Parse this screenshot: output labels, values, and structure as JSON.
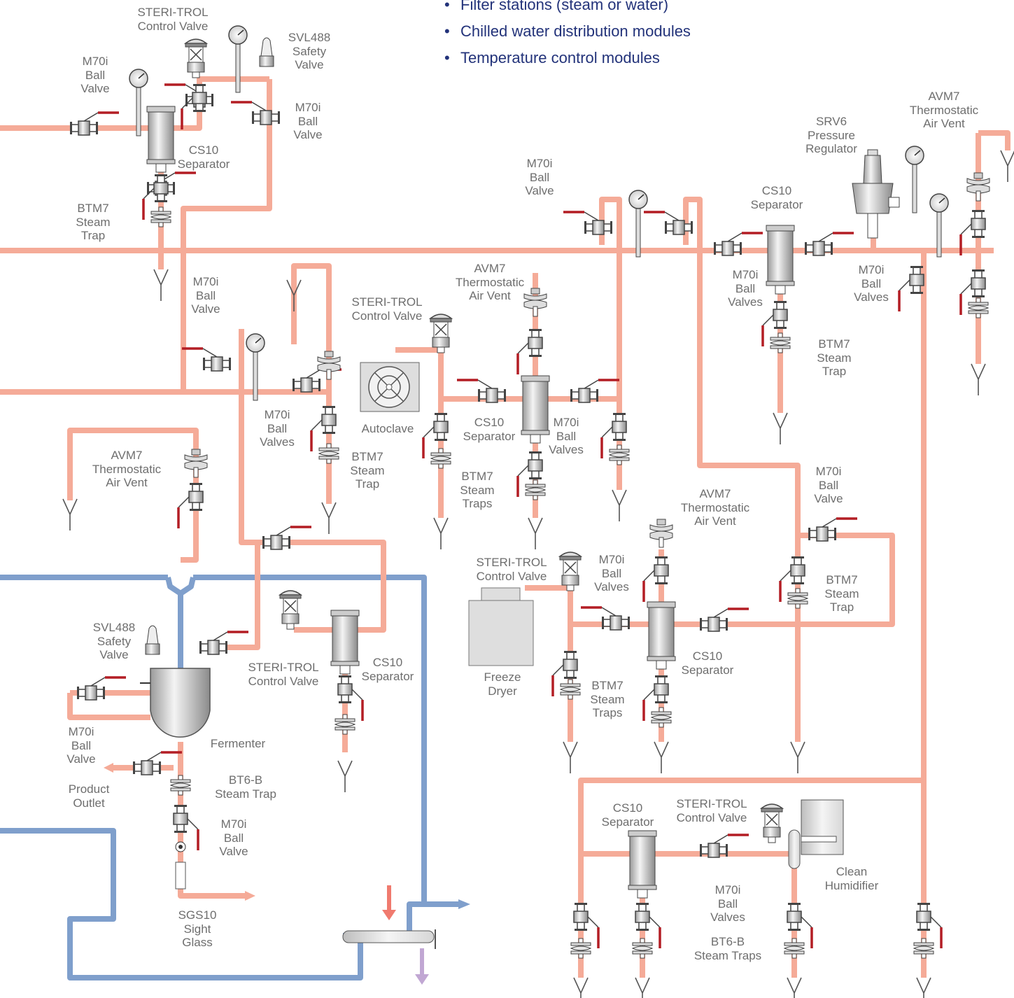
{
  "bullets": [
    "Filter stations (steam or water)",
    "Chilled water distribution modules",
    "Temperature control modules"
  ],
  "labels": [
    {
      "id": "l1",
      "lines": [
        "STERI-TROL",
        "Control Valve"
      ]
    },
    {
      "id": "l2",
      "lines": [
        "SVL488",
        "Safety",
        "Valve"
      ]
    },
    {
      "id": "l3",
      "lines": [
        "M70i",
        "Ball",
        "Valve"
      ]
    },
    {
      "id": "l4",
      "lines": [
        "M70i",
        "Ball",
        "Valve"
      ]
    },
    {
      "id": "l5",
      "lines": [
        "CS10",
        "Separator"
      ]
    },
    {
      "id": "l6",
      "lines": [
        "BTM7",
        "Steam",
        "Trap"
      ]
    },
    {
      "id": "l7",
      "lines": [
        "AVM7",
        "Thermostatic",
        "Air Vent"
      ]
    },
    {
      "id": "l8",
      "lines": [
        "SRV6",
        "Pressure",
        "Regulator"
      ]
    },
    {
      "id": "l9",
      "lines": [
        "M70i",
        "Ball",
        "Valve"
      ]
    },
    {
      "id": "l10",
      "lines": [
        "CS10",
        "Separator"
      ]
    },
    {
      "id": "l11",
      "lines": [
        "M70i",
        "Ball",
        "Valves"
      ]
    },
    {
      "id": "l12",
      "lines": [
        "M70i",
        "Ball",
        "Valves"
      ]
    },
    {
      "id": "l13",
      "lines": [
        "BTM7",
        "Steam",
        "Trap"
      ]
    },
    {
      "id": "l14",
      "lines": [
        "M70i",
        "Ball",
        "Valve"
      ]
    },
    {
      "id": "l15",
      "lines": [
        "STERI-TROL",
        "Control Valve"
      ]
    },
    {
      "id": "l16",
      "lines": [
        "AVM7",
        "Thermostatic",
        "Air Vent"
      ]
    },
    {
      "id": "l17",
      "lines": [
        "Autoclave"
      ]
    },
    {
      "id": "l18",
      "lines": [
        "CS10",
        "Separator"
      ]
    },
    {
      "id": "l19",
      "lines": [
        "M70i",
        "Ball",
        "Valves"
      ]
    },
    {
      "id": "l20",
      "lines": [
        "M70i",
        "Ball",
        "Valves"
      ]
    },
    {
      "id": "l21",
      "lines": [
        "BTM7",
        "Steam",
        "Trap"
      ]
    },
    {
      "id": "l22",
      "lines": [
        "BTM7",
        "Steam",
        "Traps"
      ]
    },
    {
      "id": "l23",
      "lines": [
        "AVM7",
        "Thermostatic",
        "Air Vent"
      ]
    },
    {
      "id": "l24",
      "lines": [
        "AVM7",
        "Thermostatic",
        "Air Vent"
      ]
    },
    {
      "id": "l25",
      "lines": [
        "M70i",
        "Ball",
        "Valve"
      ]
    },
    {
      "id": "l26",
      "lines": [
        "STERI-TROL",
        "Control Valve"
      ]
    },
    {
      "id": "l27",
      "lines": [
        "M70i",
        "Ball",
        "Valves"
      ]
    },
    {
      "id": "l28",
      "lines": [
        "BTM7",
        "Steam",
        "Trap"
      ]
    },
    {
      "id": "l29",
      "lines": [
        "SVL488",
        "Safety",
        "Valve"
      ]
    },
    {
      "id": "l30",
      "lines": [
        "STERI-TROL",
        "Control Valve"
      ]
    },
    {
      "id": "l31",
      "lines": [
        "CS10",
        "Separator"
      ]
    },
    {
      "id": "l32",
      "lines": [
        "Freeze",
        "Dryer"
      ]
    },
    {
      "id": "l33",
      "lines": [
        "BTM7",
        "Steam",
        "Traps"
      ]
    },
    {
      "id": "l34",
      "lines": [
        "CS10",
        "Separator"
      ]
    },
    {
      "id": "l35",
      "lines": [
        "M70i",
        "Ball",
        "Valve"
      ]
    },
    {
      "id": "l36",
      "lines": [
        "Fermenter"
      ]
    },
    {
      "id": "l37",
      "lines": [
        "Product",
        "Outlet"
      ]
    },
    {
      "id": "l38",
      "lines": [
        "BT6-B",
        "Steam Trap"
      ]
    },
    {
      "id": "l39",
      "lines": [
        "M70i",
        "Ball",
        "Valve"
      ]
    },
    {
      "id": "l40",
      "lines": [
        "SGS10",
        "Sight",
        "Glass"
      ]
    },
    {
      "id": "l41",
      "lines": [
        "CS10",
        "Separator"
      ]
    },
    {
      "id": "l42",
      "lines": [
        "STERI-TROL",
        "Control Valve"
      ]
    },
    {
      "id": "l43",
      "lines": [
        "Clean",
        "Humidifier"
      ]
    },
    {
      "id": "l44",
      "lines": [
        "M70i",
        "Ball",
        "Valves"
      ]
    },
    {
      "id": "l45",
      "lines": [
        "BT6-B",
        "Steam Traps"
      ]
    }
  ],
  "colors": {
    "steam_pipe": "#f5ab98",
    "water_pipe": "#7f9fcc",
    "handle": "#b31d24",
    "equipment_fill": "#dedede",
    "outline": "#555555",
    "text": "#6e6e6e",
    "bullet_text": "#23337a",
    "hot_arrow": "#f07a6e",
    "cool_arrow": "#c1a7d3"
  }
}
